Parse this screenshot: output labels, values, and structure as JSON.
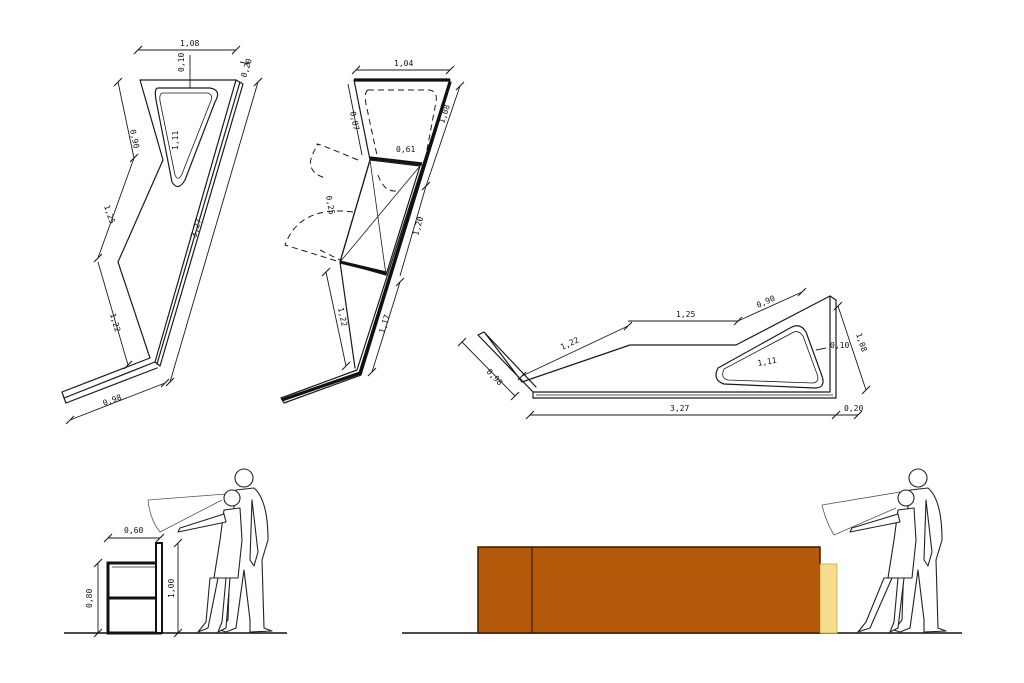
{
  "plan_1": {
    "dims": {
      "top": "1,08",
      "notch": "0,10",
      "right_thickness": "0,20",
      "slot": "1,11",
      "left_upper": "0,90",
      "left_mid": "1,25",
      "left_lower": "1,22",
      "bottom": "0,98",
      "length": "3,27"
    }
  },
  "plan_2": {
    "dims": {
      "top": "1,04",
      "left_upper": "0,87",
      "cabinet": "0,61",
      "door": "0,25",
      "right_upper": "1,08",
      "right_mid": "1,20",
      "left_lower": "1,22",
      "right_lower": "1,17"
    }
  },
  "plan_3": {
    "dims": {
      "left": "0,98",
      "upper_left": "1,22",
      "upper_mid": "1,25",
      "upper_right": "0,90",
      "slot": "1,11",
      "notch": "0,10",
      "right": "1,08",
      "length": "3,27",
      "thickness": "0,20"
    }
  },
  "elevation_side": {
    "dims": {
      "width": "0,60",
      "height_counter": "0,80",
      "height_screen": "1,00"
    }
  },
  "elevation_front": {
    "colors": {
      "counter": "#b35909",
      "edge": "#f6dc8c",
      "outline": "#3a1a00"
    }
  }
}
